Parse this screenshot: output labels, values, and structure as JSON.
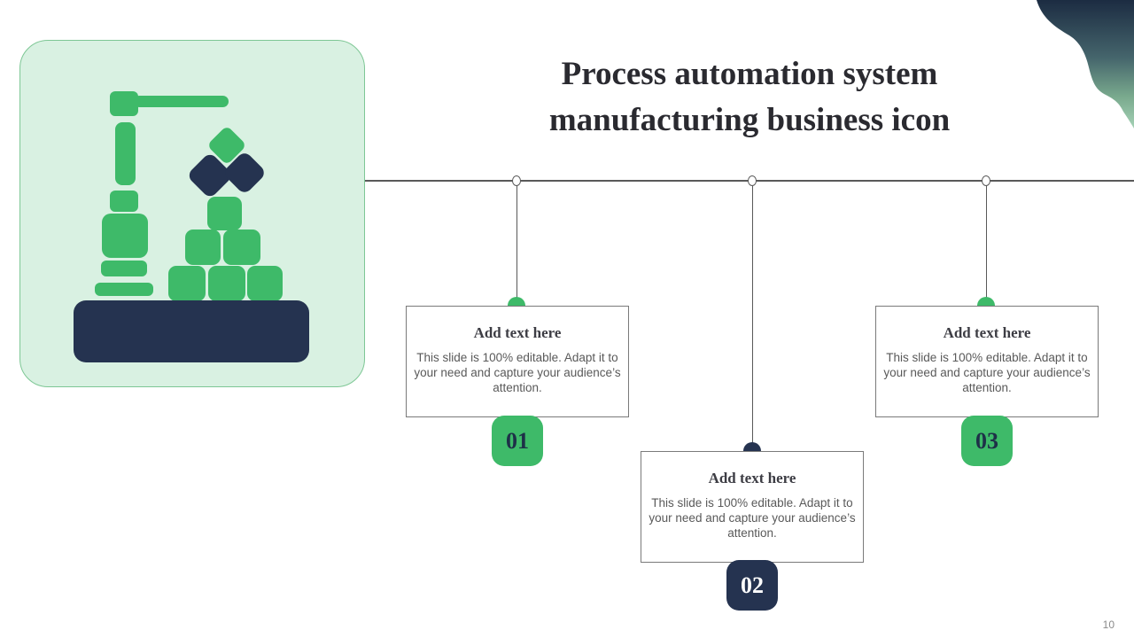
{
  "slide": {
    "title_line1": "Process automation system",
    "title_line2": "manufacturing business icon",
    "page_number": "10"
  },
  "icon": {
    "name": "crane-stacking-blocks-icon",
    "description_parts": [
      "crane",
      "stacked-cubes",
      "falling-diamonds",
      "platform"
    ]
  },
  "cards": [
    {
      "number": "01",
      "title": "Add text here",
      "body": "This slide is 100% editable. Adapt it to your need and capture your audience’s attention.",
      "accent": "green"
    },
    {
      "number": "02",
      "title": "Add text here",
      "body": "This slide is 100% editable. Adapt it to your need and capture your audience’s attention.",
      "accent": "navy"
    },
    {
      "number": "03",
      "title": "Add text here",
      "body": "This slide is 100% editable. Adapt it to your need and capture your audience’s attention.",
      "accent": "green"
    }
  ],
  "colors": {
    "green": "#3eba69",
    "navy": "#253350",
    "mint_background": "#d9f1e2",
    "mint_border": "#7ec795",
    "timeline_gray": "#595959",
    "card_border_gray": "#7a7a7a",
    "body_text_gray": "#595959",
    "title_text": "#2a2a30",
    "corner_gradient_top": "#1c2c42",
    "corner_gradient_bottom": "#a5d2b6"
  }
}
